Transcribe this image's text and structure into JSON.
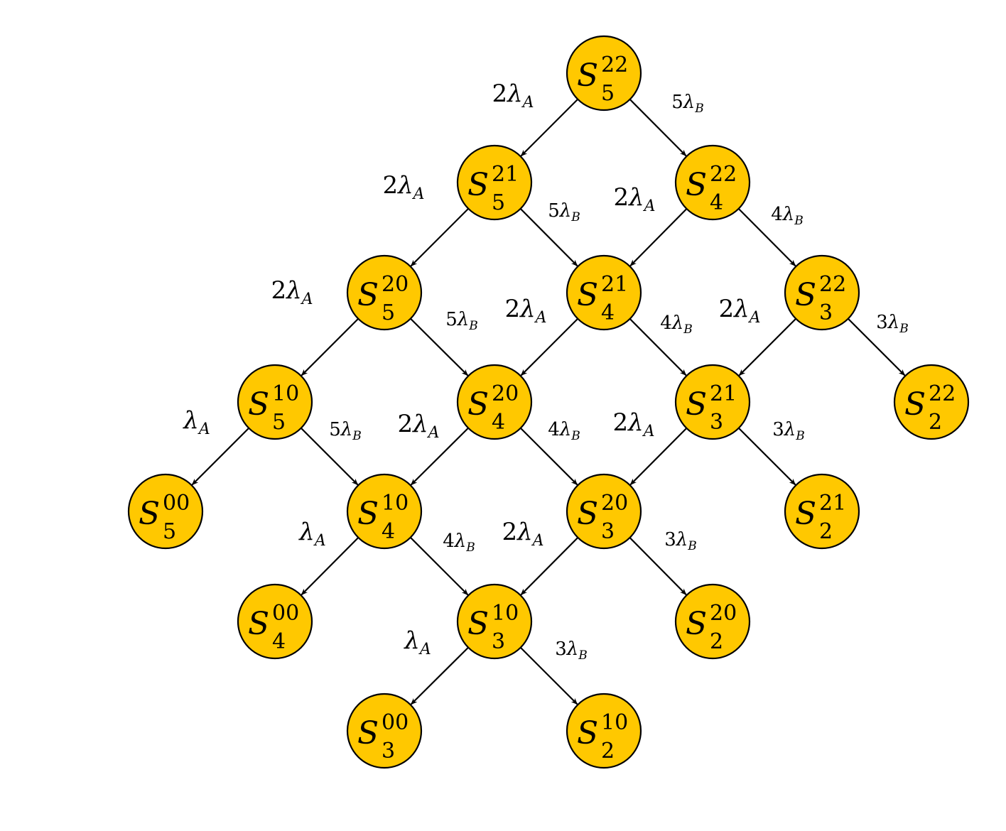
{
  "diagram": {
    "nodes": [
      {
        "id": "S5_22",
        "base": "S",
        "sub": "5",
        "sup": "22"
      },
      {
        "id": "S5_21",
        "base": "S",
        "sub": "5",
        "sup": "21"
      },
      {
        "id": "S4_22",
        "base": "S",
        "sub": "4",
        "sup": "22"
      },
      {
        "id": "S5_20",
        "base": "S",
        "sub": "5",
        "sup": "20"
      },
      {
        "id": "S4_21",
        "base": "S",
        "sub": "4",
        "sup": "21"
      },
      {
        "id": "S3_22",
        "base": "S",
        "sub": "3",
        "sup": "22"
      },
      {
        "id": "S5_10",
        "base": "S",
        "sub": "5",
        "sup": "10"
      },
      {
        "id": "S4_20",
        "base": "S",
        "sub": "4",
        "sup": "20"
      },
      {
        "id": "S3_21",
        "base": "S",
        "sub": "3",
        "sup": "21"
      },
      {
        "id": "S2_22",
        "base": "S",
        "sub": "2",
        "sup": "22"
      },
      {
        "id": "S5_00",
        "base": "S",
        "sub": "5",
        "sup": "00"
      },
      {
        "id": "S4_10",
        "base": "S",
        "sub": "4",
        "sup": "10"
      },
      {
        "id": "S3_20",
        "base": "S",
        "sub": "3",
        "sup": "20"
      },
      {
        "id": "S2_21",
        "base": "S",
        "sub": "2",
        "sup": "21"
      },
      {
        "id": "S4_00",
        "base": "S",
        "sub": "4",
        "sup": "00"
      },
      {
        "id": "S3_10",
        "base": "S",
        "sub": "3",
        "sup": "10"
      },
      {
        "id": "S2_20",
        "base": "S",
        "sub": "2",
        "sup": "20"
      },
      {
        "id": "S3_00",
        "base": "S",
        "sub": "3",
        "sup": "00"
      },
      {
        "id": "S2_10",
        "base": "S",
        "sub": "2",
        "sup": "10"
      }
    ],
    "edges": [
      {
        "from": "S5_22",
        "to": "S5_21",
        "coef": "2",
        "sym": "λ",
        "sub": "A"
      },
      {
        "from": "S5_22",
        "to": "S4_22",
        "coef": "5",
        "sym": "λ",
        "sub": "B"
      },
      {
        "from": "S5_21",
        "to": "S5_20",
        "coef": "2",
        "sym": "λ",
        "sub": "A"
      },
      {
        "from": "S5_21",
        "to": "S4_21",
        "coef": "5",
        "sym": "λ",
        "sub": "B"
      },
      {
        "from": "S4_22",
        "to": "S4_21",
        "coef": "2",
        "sym": "λ",
        "sub": "A"
      },
      {
        "from": "S4_22",
        "to": "S3_22",
        "coef": "4",
        "sym": "λ",
        "sub": "B"
      },
      {
        "from": "S5_20",
        "to": "S5_10",
        "coef": "2",
        "sym": "λ",
        "sub": "A"
      },
      {
        "from": "S5_20",
        "to": "S4_20",
        "coef": "5",
        "sym": "λ",
        "sub": "B"
      },
      {
        "from": "S4_21",
        "to": "S4_20",
        "coef": "2",
        "sym": "λ",
        "sub": "A"
      },
      {
        "from": "S4_21",
        "to": "S3_21",
        "coef": "4",
        "sym": "λ",
        "sub": "B"
      },
      {
        "from": "S3_22",
        "to": "S3_21",
        "coef": "2",
        "sym": "λ",
        "sub": "A"
      },
      {
        "from": "S3_22",
        "to": "S2_22",
        "coef": "3",
        "sym": "λ",
        "sub": "B"
      },
      {
        "from": "S5_10",
        "to": "S5_00",
        "coef": "",
        "sym": "λ",
        "sub": "A"
      },
      {
        "from": "S5_10",
        "to": "S4_10",
        "coef": "5",
        "sym": "λ",
        "sub": "B"
      },
      {
        "from": "S4_20",
        "to": "S4_10",
        "coef": "2",
        "sym": "λ",
        "sub": "A"
      },
      {
        "from": "S4_20",
        "to": "S3_20",
        "coef": "4",
        "sym": "λ",
        "sub": "B"
      },
      {
        "from": "S3_21",
        "to": "S3_20",
        "coef": "2",
        "sym": "λ",
        "sub": "A"
      },
      {
        "from": "S3_21",
        "to": "S2_21",
        "coef": "3",
        "sym": "λ",
        "sub": "B"
      },
      {
        "from": "S4_10",
        "to": "S4_00",
        "coef": "",
        "sym": "λ",
        "sub": "A"
      },
      {
        "from": "S4_10",
        "to": "S3_10",
        "coef": "4",
        "sym": "λ",
        "sub": "B"
      },
      {
        "from": "S3_20",
        "to": "S3_10",
        "coef": "2",
        "sym": "λ",
        "sub": "A"
      },
      {
        "from": "S3_20",
        "to": "S2_20",
        "coef": "3",
        "sym": "λ",
        "sub": "B"
      },
      {
        "from": "S3_10",
        "to": "S3_00",
        "coef": "",
        "sym": "λ",
        "sub": "A"
      },
      {
        "from": "S3_10",
        "to": "S2_10",
        "coef": "3",
        "sym": "λ",
        "sub": "B"
      }
    ],
    "colors": {
      "node_fill": "#FFC800",
      "stroke": "#000000"
    }
  }
}
